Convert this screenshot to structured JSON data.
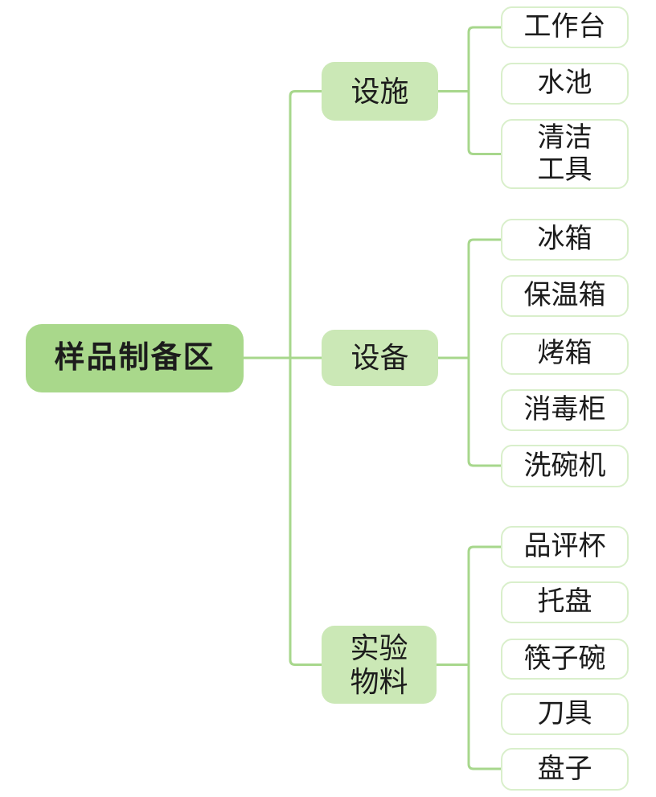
{
  "mindmap": {
    "root": {
      "label": "样品制备区"
    },
    "branches": [
      {
        "label": "设施",
        "children": [
          {
            "label": "工作台"
          },
          {
            "label": "水池"
          },
          {
            "label": "清洁\n工具"
          }
        ]
      },
      {
        "label": "设备",
        "children": [
          {
            "label": "冰箱"
          },
          {
            "label": "保温箱"
          },
          {
            "label": "烤箱"
          },
          {
            "label": "消毒柜"
          },
          {
            "label": "洗碗机"
          }
        ]
      },
      {
        "label": "实验\n物料",
        "children": [
          {
            "label": "品评杯"
          },
          {
            "label": "托盘"
          },
          {
            "label": "筷子碗"
          },
          {
            "label": "刀具"
          },
          {
            "label": "盘子"
          }
        ]
      }
    ],
    "colors": {
      "root_fill": "#a9d88b",
      "branch_fill": "#cbe8b6",
      "leaf_border": "#d9efcb",
      "line": "#a7d78c",
      "text": "#1c1c1c",
      "background": "#ffffff"
    }
  }
}
